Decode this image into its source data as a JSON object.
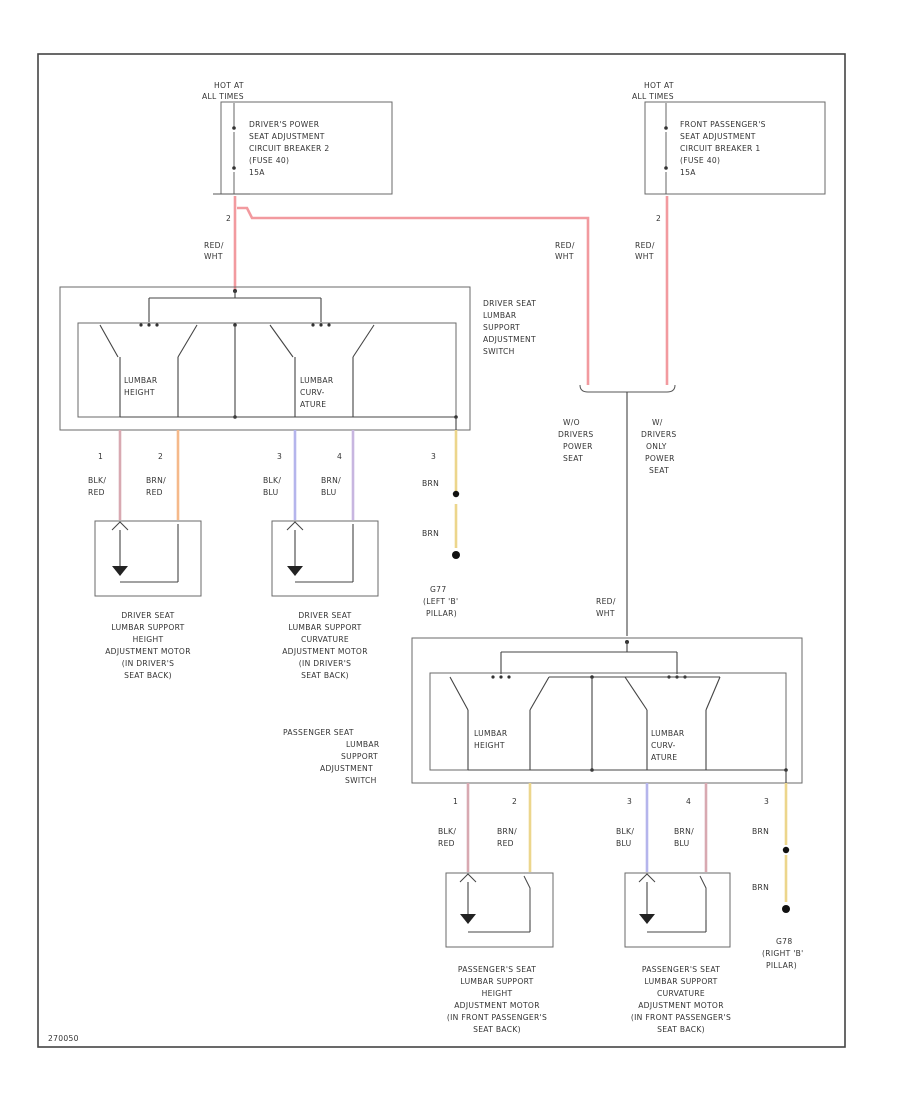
{
  "diagram_id": "270050",
  "fuses": {
    "left": {
      "hot": "HOT AT",
      "hot2": "ALL TIMES",
      "lines": [
        "DRIVER'S POWER",
        "SEAT ADJUSTMENT",
        "CIRCUIT BREAKER 2",
        "(FUSE 40)",
        "15A"
      ]
    },
    "right": {
      "hot": "HOT AT",
      "hot2": "ALL TIMES",
      "lines": [
        "FRONT PASSENGER'S",
        "SEAT ADJUSTMENT",
        "CIRCUIT BREAKER 1",
        "(FUSE 40)",
        "15A"
      ]
    }
  },
  "pins": {
    "two": "2",
    "one": "1",
    "three": "3",
    "four": "4"
  },
  "wires": {
    "red_wht": [
      "RED/",
      "WHT"
    ],
    "blk_red": [
      "BLK/",
      "RED"
    ],
    "brn_red": [
      "BRN/",
      "RED"
    ],
    "blk_blu": [
      "BLK/",
      "BLU"
    ],
    "brn_blu": [
      "BRN/",
      "BLU"
    ],
    "brn": "BRN"
  },
  "driver_switch": {
    "title": [
      "DRIVER SEAT",
      "LUMBAR",
      "SUPPORT",
      "ADJUSTMENT",
      "SWITCH"
    ],
    "height": [
      "LUMBAR",
      "HEIGHT"
    ],
    "curv": [
      "LUMBAR",
      "CURV-",
      "ATURE"
    ]
  },
  "passenger_switch": {
    "title": [
      "PASSENGER SEAT",
      "LUMBAR",
      "SUPPORT",
      "ADJUSTMENT",
      "SWITCH"
    ],
    "height": [
      "LUMBAR",
      "HEIGHT"
    ],
    "curv": [
      "LUMBAR",
      "CURV-",
      "ATURE"
    ]
  },
  "options": {
    "wo": [
      "W/O",
      "DRIVERS",
      "POWER",
      "SEAT"
    ],
    "w": [
      "W/",
      "DRIVERS",
      "ONLY",
      "POWER",
      "SEAT"
    ]
  },
  "grounds": {
    "left": [
      "G77",
      "(LEFT 'B'",
      "PILLAR)"
    ],
    "right": [
      "G78",
      "(RIGHT 'B'",
      "PILLAR)"
    ]
  },
  "motors": {
    "driver_height": [
      "DRIVER SEAT",
      "LUMBAR SUPPORT",
      "HEIGHT",
      "ADJUSTMENT MOTOR",
      "(IN DRIVER'S",
      "SEAT BACK)"
    ],
    "driver_curv": [
      "DRIVER SEAT",
      "LUMBAR SUPPORT",
      "CURVATURE",
      "ADJUSTMENT MOTOR",
      "(IN DRIVER'S",
      "SEAT BACK)"
    ],
    "pass_height": [
      "PASSENGER'S SEAT",
      "LUMBAR SUPPORT",
      "HEIGHT",
      "ADJUSTMENT MOTOR",
      "(IN FRONT PASSENGER'S",
      "SEAT BACK)"
    ],
    "pass_curv": [
      "PASSENGER'S SEAT",
      "LUMBAR SUPPORT",
      "CURVATURE",
      "ADJUSTMENT MOTOR",
      "(IN FRONT PASSENGER'S",
      "SEAT BACK)"
    ]
  },
  "colors": {
    "red": "#f29a9f",
    "blue": "#b5b5ec",
    "orange": "#f5b98a",
    "yellow": "#ecd68c",
    "pink": "#d8a9b1",
    "lavender": "#c8b6e0"
  }
}
